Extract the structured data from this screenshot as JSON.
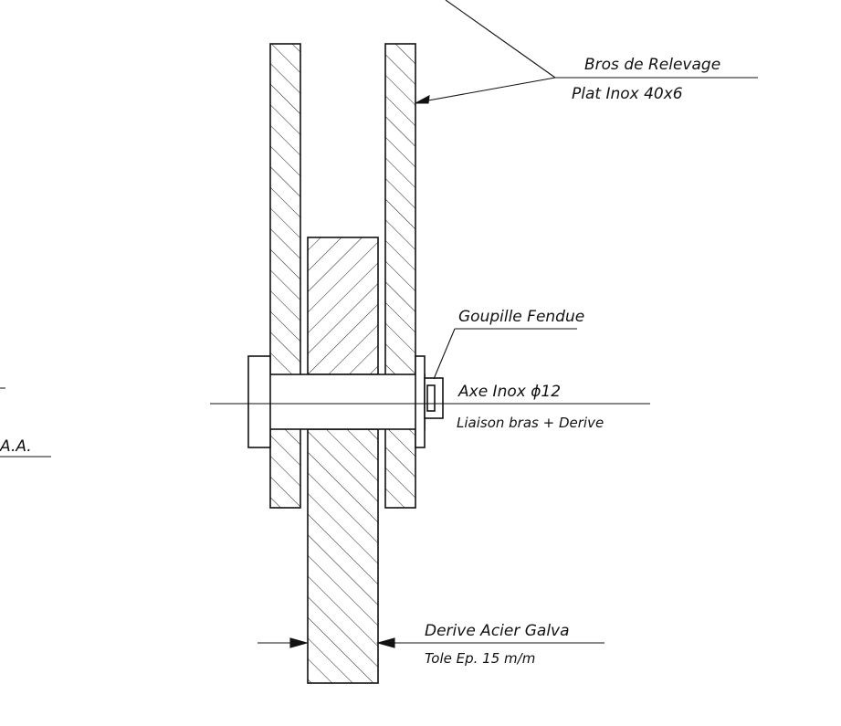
{
  "drawing": {
    "section_mark": "A.A.",
    "labels": {
      "arm_title": "Bros de Relevage",
      "arm_material": "Plat Inox 40x6",
      "pin_title": "Goupille Fendue",
      "axle_title": "Axe Inox ϕ12",
      "axle_note": "Liaison bras + Derive",
      "keel_title": "Derive Acier Galva",
      "keel_note": "Tole Ep. 15 m/m"
    },
    "colors": {
      "ink": "#111111",
      "paper": "#ffffff"
    }
  }
}
